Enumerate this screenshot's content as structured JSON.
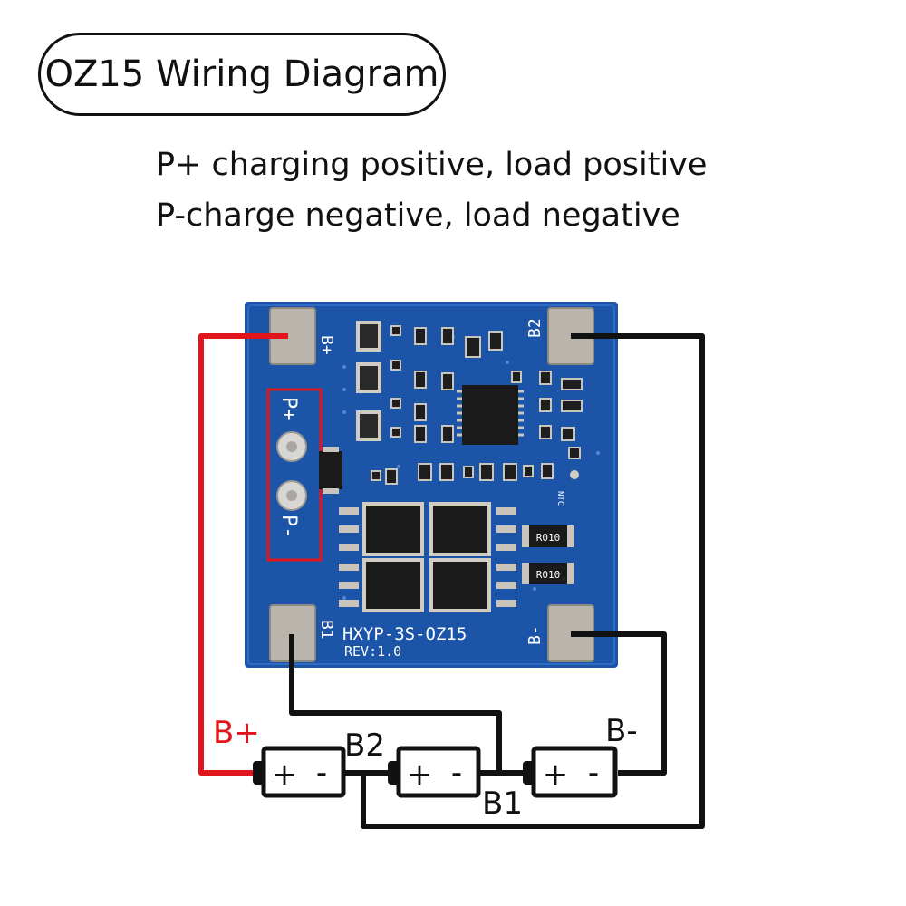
{
  "title": "OZ15 Wiring Diagram",
  "descriptions": [
    "P+ charging positive, load positive",
    "P-charge negative, load negative"
  ],
  "board": {
    "pads": {
      "b_plus": "B+",
      "b2": "B2",
      "b1": "B1",
      "b_minus": "B-"
    },
    "p_plus": "P+",
    "p_minus": "P-",
    "model": "HXYP-3S-OZ15",
    "rev": "REV:1.0",
    "resistor1": "R010",
    "resistor2": "R010",
    "ntc": "NTC",
    "board_color": "#1c55a8"
  },
  "wiring": {
    "b_plus": "B+",
    "b2": "B2",
    "b1": "B1",
    "b_minus": "B-",
    "cell_plus": "+",
    "cell_minus": "-",
    "positive_color": "#e0161c",
    "wire_color": "#111111"
  }
}
